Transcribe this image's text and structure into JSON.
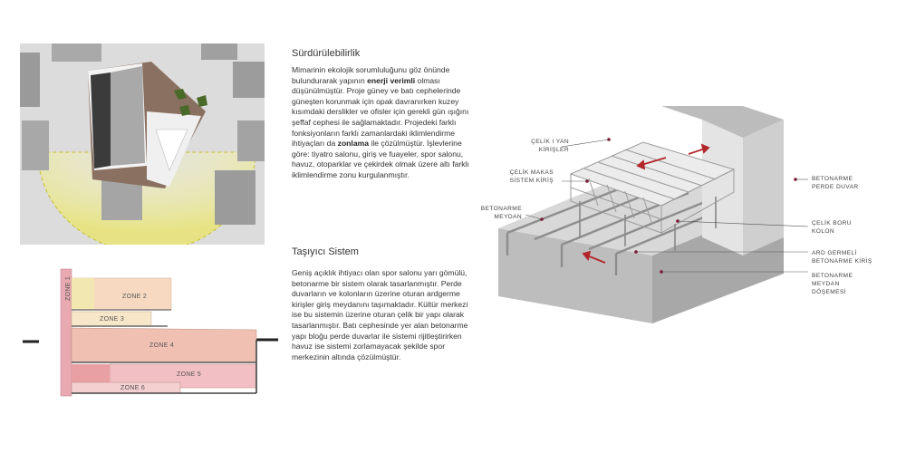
{
  "sustainability": {
    "title": "Sürdürülebilirlik",
    "p1_a": "Mimarinin ekolojik sorumluluğunu göz önünde bulundurarak yapının ",
    "p1_b": "enerji verimli",
    "p1_c": " olması düşünülmüştür. Proje güney ve batı cephelerinde güneşten korunmak için opak davranırken kuzey kısımdaki derslikler ve ofisler için gerekli gün ışığını şeffaf cephesi ile sağlamaktadır. Projedeki farklı fonksiyonların farklı zamanlardaki  iklimlendirme ihtiyaçları da ",
    "p1_d": "zonlama",
    "p1_e": " ile çözülmüştür. İşlevlerine göre: tiyatro salonu, giriş ve fuayeler, spor salonu, havuz, otoparklar ve çekirdek olmak üzere altı farklı iklimlendirme zonu kurgulanmıştır."
  },
  "structural": {
    "title": "Taşıyıcı Sistem",
    "p2": "Geniş açıklık ihtiyacı olan spor salonu yarı gömülü, betonarme bir sistem olarak tasarlanmıştır. Perde duvarların ve kolonların üzerine oturan ardgerme kirişler giriş meydanını taşımaktadır. Kültür merkezi ise bu sistemin üzerine oturan çelik bir yapı olarak tasarlanmıştır. Batı cephesinde yer alan betonarme yapı bloğu perde duvarlar ile sistemi rijitleştirirken havuz ise sistemi zorlamayacak şekilde spor merkezinin altında çözülmüştür."
  },
  "zones": {
    "z1": "ZONE 1",
    "z2": "ZONE 2",
    "z3": "ZONE 3",
    "z4": "ZONE 4",
    "z5": "ZONE 5",
    "z6": "ZONE 6"
  },
  "callouts": {
    "celik_i_1": "ÇELİK I YAN",
    "celik_i_2": "KİRİŞLER",
    "makas_1": "ÇELİK MAKAS",
    "makas_2": "SİSTEM KİRİŞ",
    "meydan_1": "BETONARME",
    "meydan_2": "MEYDAN",
    "perde_1": "BETONARME",
    "perde_2": "PERDE DUVAR",
    "boru_1": "ÇELİK BORU",
    "boru_2": "KOLON",
    "ard_1": "ARD GERMELİ",
    "ard_2": "BETONARME KİRİŞ",
    "doseme_1": "BETONARME",
    "doseme_2": "MEYDAN",
    "doseme_3": "DÖŞEMESİ"
  },
  "colors": {
    "accent_dot": "#7a1530",
    "arrow": "#b3262b",
    "zone_pink": "#e8a9b1",
    "zone_peach": "#f6d9c0",
    "zone_yellow": "#f3e7b1"
  }
}
